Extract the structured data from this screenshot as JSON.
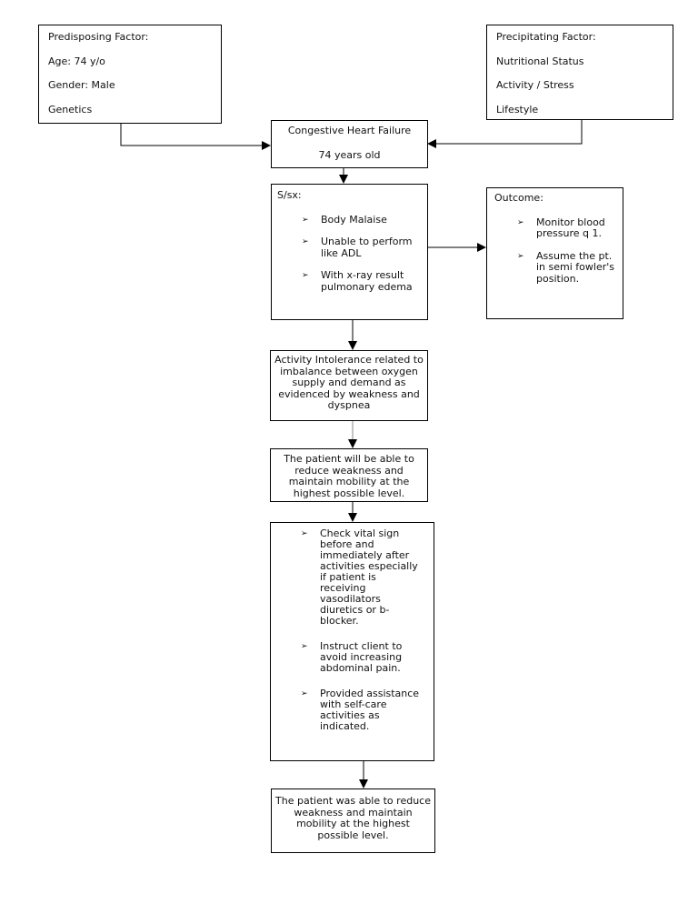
{
  "predisposing": {
    "title": "Predisposing Factor:",
    "items": [
      "Age: 74 y/o",
      "Gender: Male",
      "Genetics"
    ]
  },
  "precipitating": {
    "title": "Precipitating Factor:",
    "items": [
      "Nutritional Status",
      "Activity / Stress",
      "Lifestyle"
    ]
  },
  "diagnosis": {
    "title": "Congestive Heart Failure",
    "age": "74 years old"
  },
  "signs": {
    "title": "S/sx:",
    "items": [
      "Body Malaise",
      "Unable to perform like ADL",
      "With x-ray result pulmonary edema"
    ]
  },
  "outcome": {
    "title": "Outcome:",
    "items": [
      "Monitor blood pressure q 1.",
      "Assume the pt. in semi fowler's position."
    ]
  },
  "nursing_diagnosis": "Activity Intolerance related to imbalance between oxygen supply and demand as evidenced by weakness and dyspnea",
  "goal": "The patient will be able to reduce weakness and maintain mobility at the highest possible level.",
  "interventions": [
    "Check vital sign before and immediately after activities especially if patient is receiving vasodilators diuretics or b-blocker.",
    "Instruct client to avoid increasing abdominal pain.",
    "Provided assistance with self-care activities as indicated."
  ],
  "evaluation": "The patient was able to reduce weakness and maintain mobility at the highest possible level."
}
